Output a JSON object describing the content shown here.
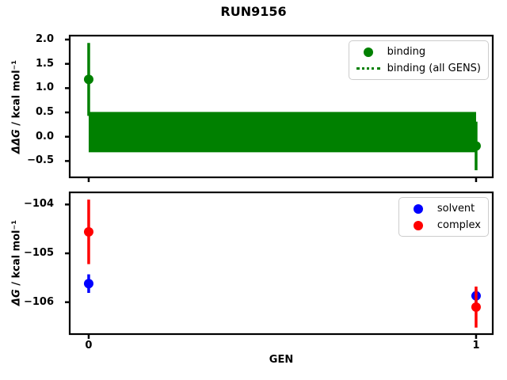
{
  "title": "RUN9156",
  "colors": {
    "binding": "#008000",
    "solvent": "#0000ff",
    "complex": "#ff0000",
    "axis": "#000000",
    "legend_border": "#cccccc"
  },
  "chart_data": [
    {
      "type": "scatter",
      "ylabel_prefix": "ΔΔG",
      "ylabel_suffix": " / kcal mol⁻¹",
      "xlabel": "",
      "xlim": [
        -0.049,
        1.043
      ],
      "ylim": [
        -0.836,
        2.081
      ],
      "grid": false,
      "legend_position": "upper right",
      "yticks": [
        {
          "value": 2.0,
          "label": "2.0"
        },
        {
          "value": 1.5,
          "label": "1.5"
        },
        {
          "value": 1.0,
          "label": "1.0"
        },
        {
          "value": 0.5,
          "label": "0.5"
        },
        {
          "value": 0.0,
          "label": "0.0"
        },
        {
          "value": -0.5,
          "label": "−0.5"
        }
      ],
      "xticks": [
        {
          "value": 0,
          "label": ""
        },
        {
          "value": 1,
          "label": ""
        }
      ],
      "band": {
        "name": "binding (all GENS)",
        "x0": 0,
        "x1": 1,
        "low": -0.32,
        "high": 0.51,
        "color_key": "binding"
      },
      "series": [
        {
          "name": "binding",
          "color_key": "binding",
          "points": [
            {
              "x": 0,
              "y": 1.18,
              "err": 0.75
            },
            {
              "x": 1,
              "y": -0.19,
              "err": 0.5
            }
          ]
        }
      ],
      "legend": [
        {
          "label": "binding",
          "handle": "dot",
          "color_key": "binding"
        },
        {
          "label": "binding (all GENS)",
          "handle": "dotted-line",
          "color_key": "binding"
        }
      ]
    },
    {
      "type": "scatter",
      "ylabel_prefix": "ΔG",
      "ylabel_suffix": " / kcal mol⁻¹",
      "xlabel": "GEN",
      "xlim": [
        -0.049,
        1.043
      ],
      "ylim": [
        -106.653,
        -103.752
      ],
      "grid": false,
      "legend_position": "upper right",
      "yticks": [
        {
          "value": -104,
          "label": "−104"
        },
        {
          "value": -105,
          "label": "−105"
        },
        {
          "value": -106,
          "label": "−106"
        }
      ],
      "xticks": [
        {
          "value": 0,
          "label": "0"
        },
        {
          "value": 1,
          "label": "1"
        }
      ],
      "series": [
        {
          "name": "solvent",
          "color_key": "solvent",
          "points": [
            {
              "x": 0,
              "y": -105.62,
              "err": 0.19
            },
            {
              "x": 1,
              "y": -105.87,
              "err": 0.13
            }
          ]
        },
        {
          "name": "complex",
          "color_key": "complex",
          "points": [
            {
              "x": 0,
              "y": -104.56,
              "err": 0.66
            },
            {
              "x": 1,
              "y": -106.1,
              "err": 0.42
            }
          ]
        }
      ],
      "legend": [
        {
          "label": "solvent",
          "handle": "dot",
          "color_key": "solvent"
        },
        {
          "label": "complex",
          "handle": "dot",
          "color_key": "complex"
        }
      ]
    }
  ]
}
